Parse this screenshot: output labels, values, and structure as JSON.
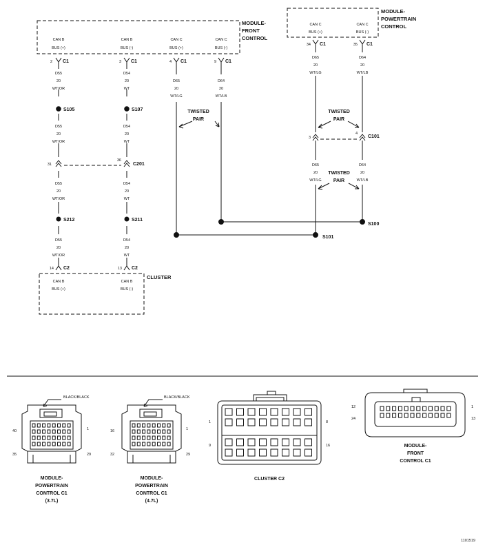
{
  "labels": {
    "module_front_control": [
      "MODULE-",
      "FRONT",
      "CONTROL"
    ],
    "module_powertrain_control": [
      "MODULE-",
      "POWERTRAIN",
      "CONTROL"
    ],
    "cluster": "CLUSTER",
    "twisted_pair": [
      "TWISTED",
      "PAIR"
    ],
    "bus_can_b_pos": [
      "CAN B",
      "BUS (+)"
    ],
    "bus_can_b_neg": [
      "CAN B",
      "BUS (-)"
    ],
    "bus_can_c_pos": [
      "CAN C",
      "BUS (+)"
    ],
    "bus_can_c_neg": [
      "CAN C",
      "BUS (-)"
    ]
  },
  "pins": {
    "mfc_1": "2",
    "mfc_2": "3",
    "mfc_3": "4",
    "mfc_4": "9",
    "pcm_1": "34",
    "pcm_2": "35",
    "c201_left": "31",
    "c201_right": "36",
    "c101_left": "3",
    "c101_right": "4",
    "cl_1": "14",
    "cl_2": "13"
  },
  "connectors": {
    "c1": "C1",
    "c2": "C2",
    "c101": "C101",
    "c201": "C201"
  },
  "splices": {
    "s105": "S105",
    "s107": "S107",
    "s212": "S212",
    "s211": "S211",
    "s100": "S100",
    "s101": "S101"
  },
  "wires": {
    "d55": [
      "D55",
      "20",
      "WT/OR"
    ],
    "d54": [
      "D54",
      "20",
      "WT"
    ],
    "d65": [
      "D65",
      "20",
      "WT/LG"
    ],
    "d64": [
      "D64",
      "20",
      "WT/LB"
    ]
  },
  "views": {
    "black_black": "BLACK/BLACK",
    "pcm37": [
      "MODULE-",
      "POWERTRAIN",
      "CONTROL C1",
      "(3.7L)"
    ],
    "pcm47": [
      "MODULE-",
      "POWERTRAIN",
      "CONTROL C1",
      "(4.7L)"
    ],
    "cluster_c2": "CLUSTER C2",
    "mfc_c1": [
      "MODULE-",
      "FRONT",
      "CONTROL C1"
    ],
    "pcm37_pins": [
      "40",
      "1",
      "35",
      "29"
    ],
    "pcm47_pins": [
      "16",
      "1",
      "32",
      "29"
    ],
    "cluster_pins": [
      "1",
      "8",
      "9",
      "16"
    ],
    "mfc_pins": [
      "12",
      "1",
      "24",
      "13"
    ]
  },
  "figure_id": "1101519",
  "colors": {
    "ink": "#111111",
    "background": "#ffffff"
  }
}
